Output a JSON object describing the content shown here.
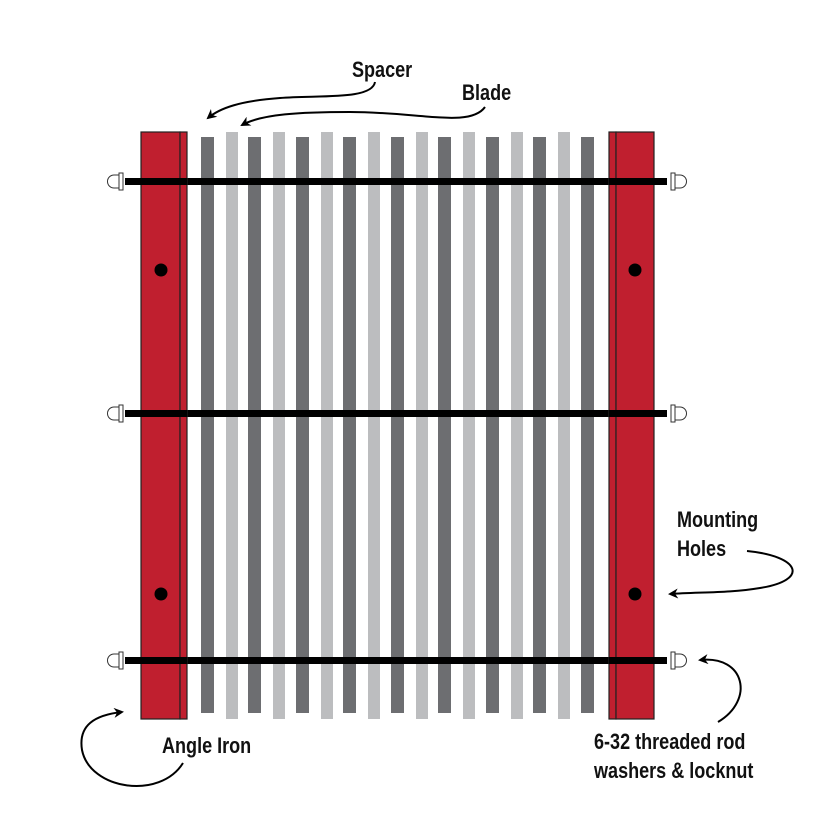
{
  "labels": {
    "spacer": "Spacer",
    "blade": "Blade",
    "mounting_holes_line1": "Mounting",
    "mounting_holes_line2": "Holes",
    "angle_iron": "Angle Iron",
    "rod_line1": "6-32 threaded rod",
    "rod_line2": "washers & locknut"
  },
  "colors": {
    "angle_iron": "#c01f2f",
    "blade": "#6d6e71",
    "spacer": "#bcbdbf",
    "rod": "#000000",
    "text": "#111111"
  },
  "parts": {
    "blade_count": 9,
    "spacer_count": 8,
    "rod_count": 3,
    "mounting_holes_per_side": 2
  }
}
